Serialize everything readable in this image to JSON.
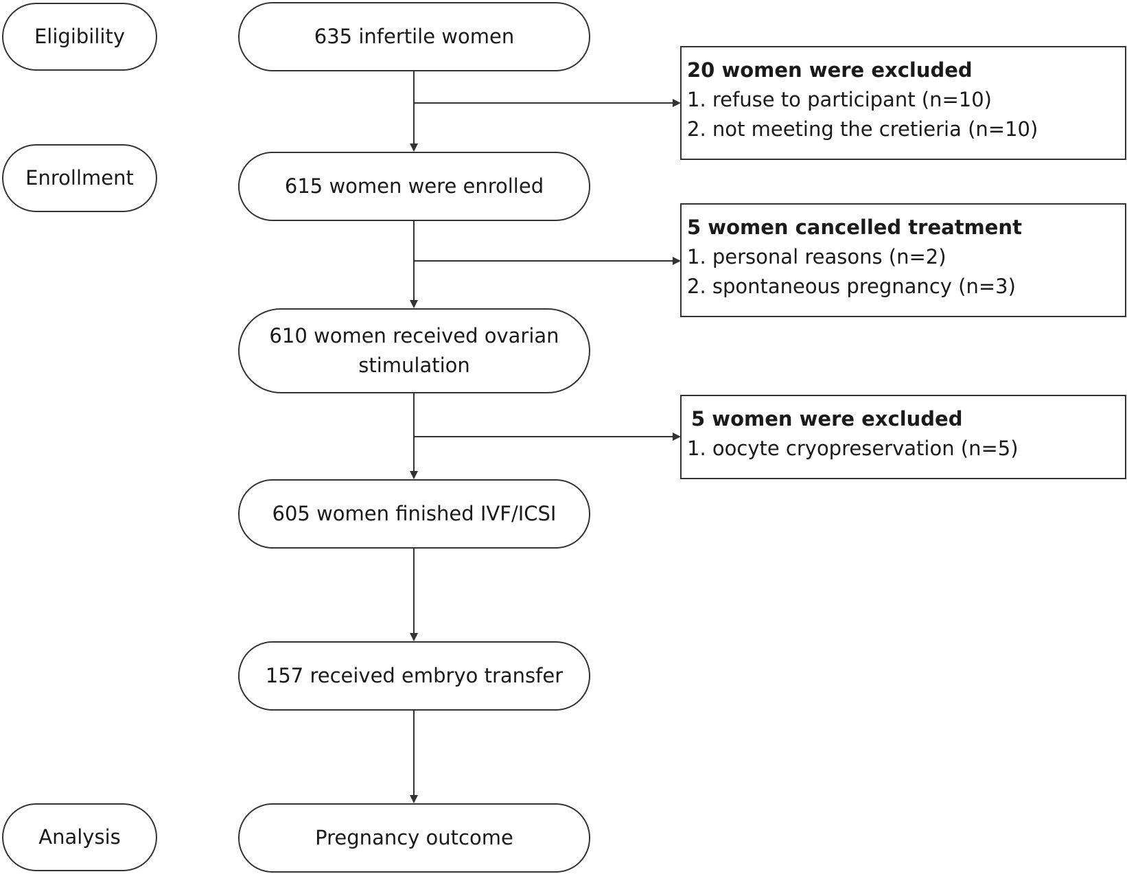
{
  "stages": {
    "eligibility": "Eligibility",
    "enrollment": "Enrollment",
    "analysis": "Analysis"
  },
  "flow": {
    "infertile_women": "635 infertile women",
    "enrolled": "615 women were enrolled",
    "ovarian_stimulation": "610 women received ovarian\nstimulation",
    "finished_ivf": "605 women finished IVF/ICSI",
    "embryo_transfer": "157 received embryo transfer",
    "pregnancy_outcome": "Pregnancy outcome"
  },
  "exclusions": [
    {
      "title": "20 women were excluded",
      "items": [
        "1. refuse to participant (n=10)",
        "2. not meeting the cretieria (n=10)"
      ]
    },
    {
      "title": "5 women cancelled treatment",
      "items": [
        "1. personal reasons (n=2)",
        "2. spontaneous pregnancy (n=3)"
      ]
    },
    {
      "title": "5 women were excluded",
      "items": [
        "1. oocyte cryopreservation (n=5)"
      ]
    }
  ],
  "colors": {
    "stroke": "#333333",
    "text": "#1a1a1a",
    "background": "#ffffff"
  }
}
